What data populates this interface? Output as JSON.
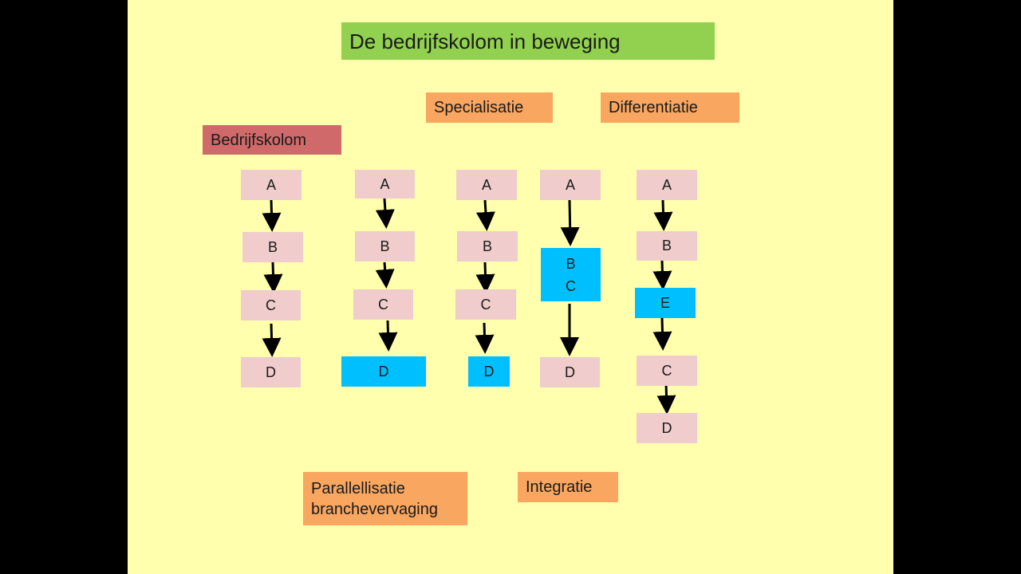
{
  "title": "De bedrijfskolom in beweging",
  "labels": {
    "bedrijfskolom": "Bedrijfskolom",
    "specialisatie": "Specialisatie",
    "differentiatie": "Differentiatie",
    "parallellisatie_line1": "Parallellisatie",
    "parallellisatie_line2": "branchevervaging",
    "integratie": "Integratie"
  },
  "columns": [
    {
      "nodes": [
        "A",
        "B",
        "C",
        "D"
      ]
    },
    {
      "nodes": [
        "A",
        "B",
        "C",
        "D"
      ]
    },
    {
      "nodes": [
        "A",
        "B",
        "C",
        "D"
      ]
    },
    {
      "nodes": [
        "A",
        "B",
        "C",
        "D"
      ]
    },
    {
      "nodes": [
        "A",
        "B",
        "E",
        "C",
        "D"
      ]
    }
  ],
  "colors": {
    "background": "#ffffad",
    "title_box": "#92d050",
    "label_orange": "#f9a660",
    "label_red": "#d06a6a",
    "node_pink": "#f0cccc",
    "node_blue": "#00bfff",
    "arrow": "#000000"
  }
}
